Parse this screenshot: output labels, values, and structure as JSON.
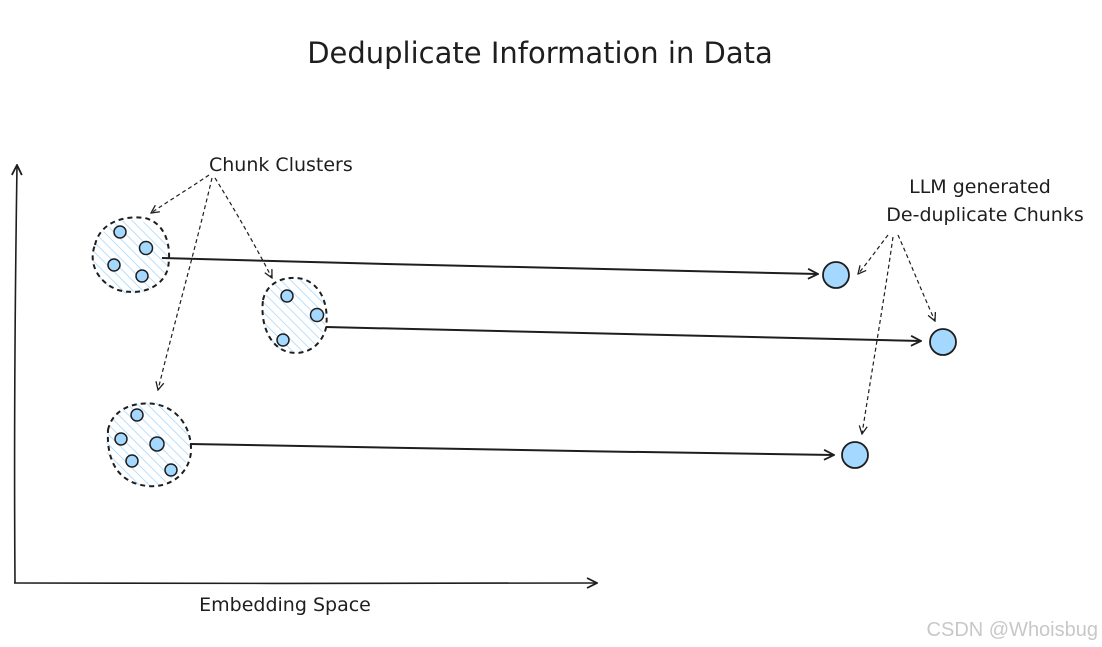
{
  "title": "Deduplicate Information in Data",
  "labels": {
    "chunk_clusters": "Chunk Clusters",
    "llm_line1": "LLM generated",
    "llm_line2": "De-duplicate Chunks",
    "x_axis": "Embedding Space"
  },
  "watermark": "CSDN @Whoisbug",
  "colors": {
    "fill": "#a5d8ff",
    "stroke": "#1e1e1e",
    "hatch": "#a5d8ff",
    "watermark": "#c8c8c8"
  },
  "clusters": [
    {
      "name": "cluster-1",
      "dot_count": 4
    },
    {
      "name": "cluster-2",
      "dot_count": 3
    },
    {
      "name": "cluster-3",
      "dot_count": 5
    }
  ],
  "deduplicated_chunks": [
    {
      "name": "dedup-chunk-1",
      "from": "cluster-1"
    },
    {
      "name": "dedup-chunk-2",
      "from": "cluster-2"
    },
    {
      "name": "dedup-chunk-3",
      "from": "cluster-3"
    }
  ]
}
